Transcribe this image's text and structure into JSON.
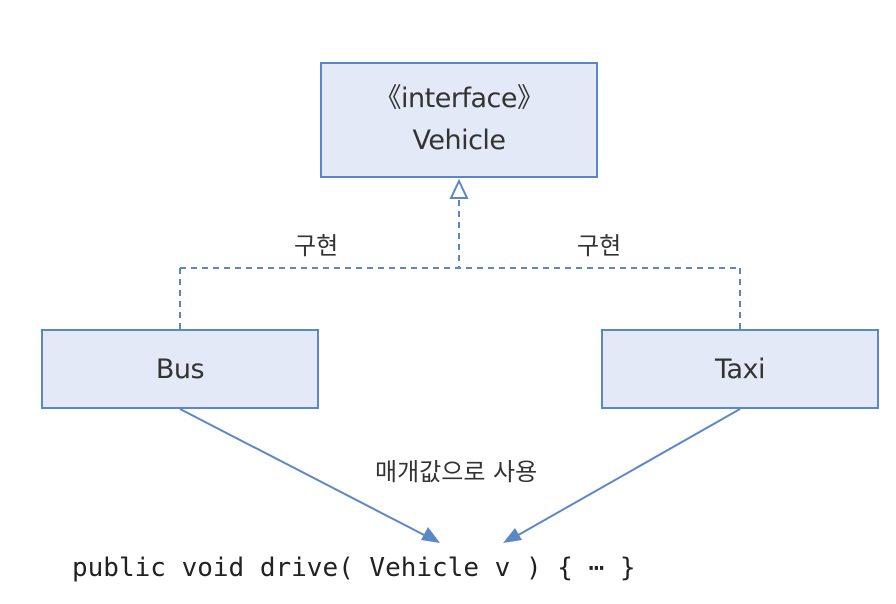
{
  "interface_box": {
    "stereotype": "《interface》",
    "name": "Vehicle"
  },
  "class_boxes": [
    {
      "name": "Bus"
    },
    {
      "name": "Taxi"
    }
  ],
  "relations": {
    "implements_left": "구현",
    "implements_right": "구현",
    "param_usage": "매개값으로 사용"
  },
  "code": "public void drive( Vehicle v ) { ⋯ }",
  "colors": {
    "box_fill": "#e3e9f7",
    "box_border": "#5b87c7",
    "arrow": "#5b87c7",
    "text": "#333333"
  }
}
